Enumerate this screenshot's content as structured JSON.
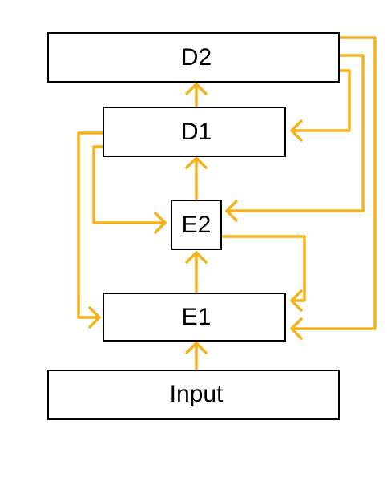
{
  "diagram": {
    "accent_color": "#f5b21a",
    "box_stroke_color": "#000000",
    "nodes": {
      "d2": {
        "label": "D2"
      },
      "d1": {
        "label": "D1"
      },
      "e2": {
        "label": "E2"
      },
      "e1": {
        "label": "E1"
      },
      "input": {
        "label": "Input"
      }
    }
  }
}
